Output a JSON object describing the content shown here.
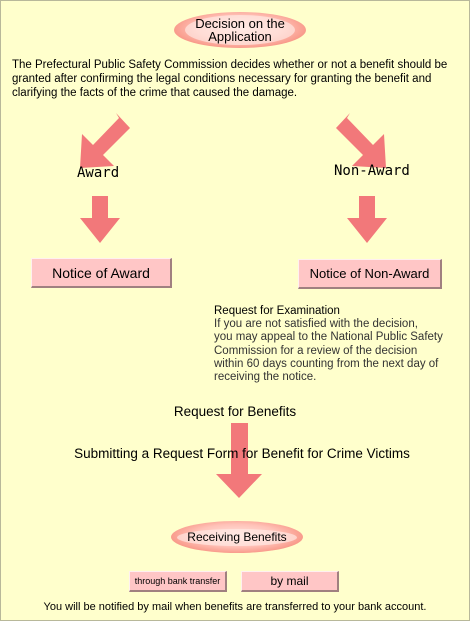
{
  "header": {
    "title_line1": "Decision on the",
    "title_line2": "Application"
  },
  "intro": "The Prefectural Public Safety Commission decides whether or not a benefit should be granted after confirming  the legal conditions necessary for granting the benefit and clarifying the facts of the crime that caused the damage.",
  "branches": {
    "award_label": "Award",
    "nonaward_label": "Non-Award",
    "award_notice": "Notice of Award",
    "nonaward_notice": "Notice of Non-Award"
  },
  "examination": {
    "title": "Request for Examination",
    "lines": [
      "If you are not satisfied with the decision,",
      "you may appeal to the National Public Safety",
      "Commission for a review of the decision",
      "within 60 days counting from the next day of",
      "receiving the notice."
    ]
  },
  "request": {
    "benefits": "Request for Benefits",
    "form": "Submitting a Request Form for Benefit for Crime Victims"
  },
  "receiving": {
    "label": "Receiving Benefits"
  },
  "payment": {
    "bank": "through bank transfer",
    "mail": "by mail"
  },
  "footer": "You will be notified by mail when benefits are transferred to your bank account.",
  "colors": {
    "background": "#ffffcc",
    "arrow": "#f2787a",
    "box": "#ffc6c6",
    "oval_edge": "#f2705a"
  }
}
